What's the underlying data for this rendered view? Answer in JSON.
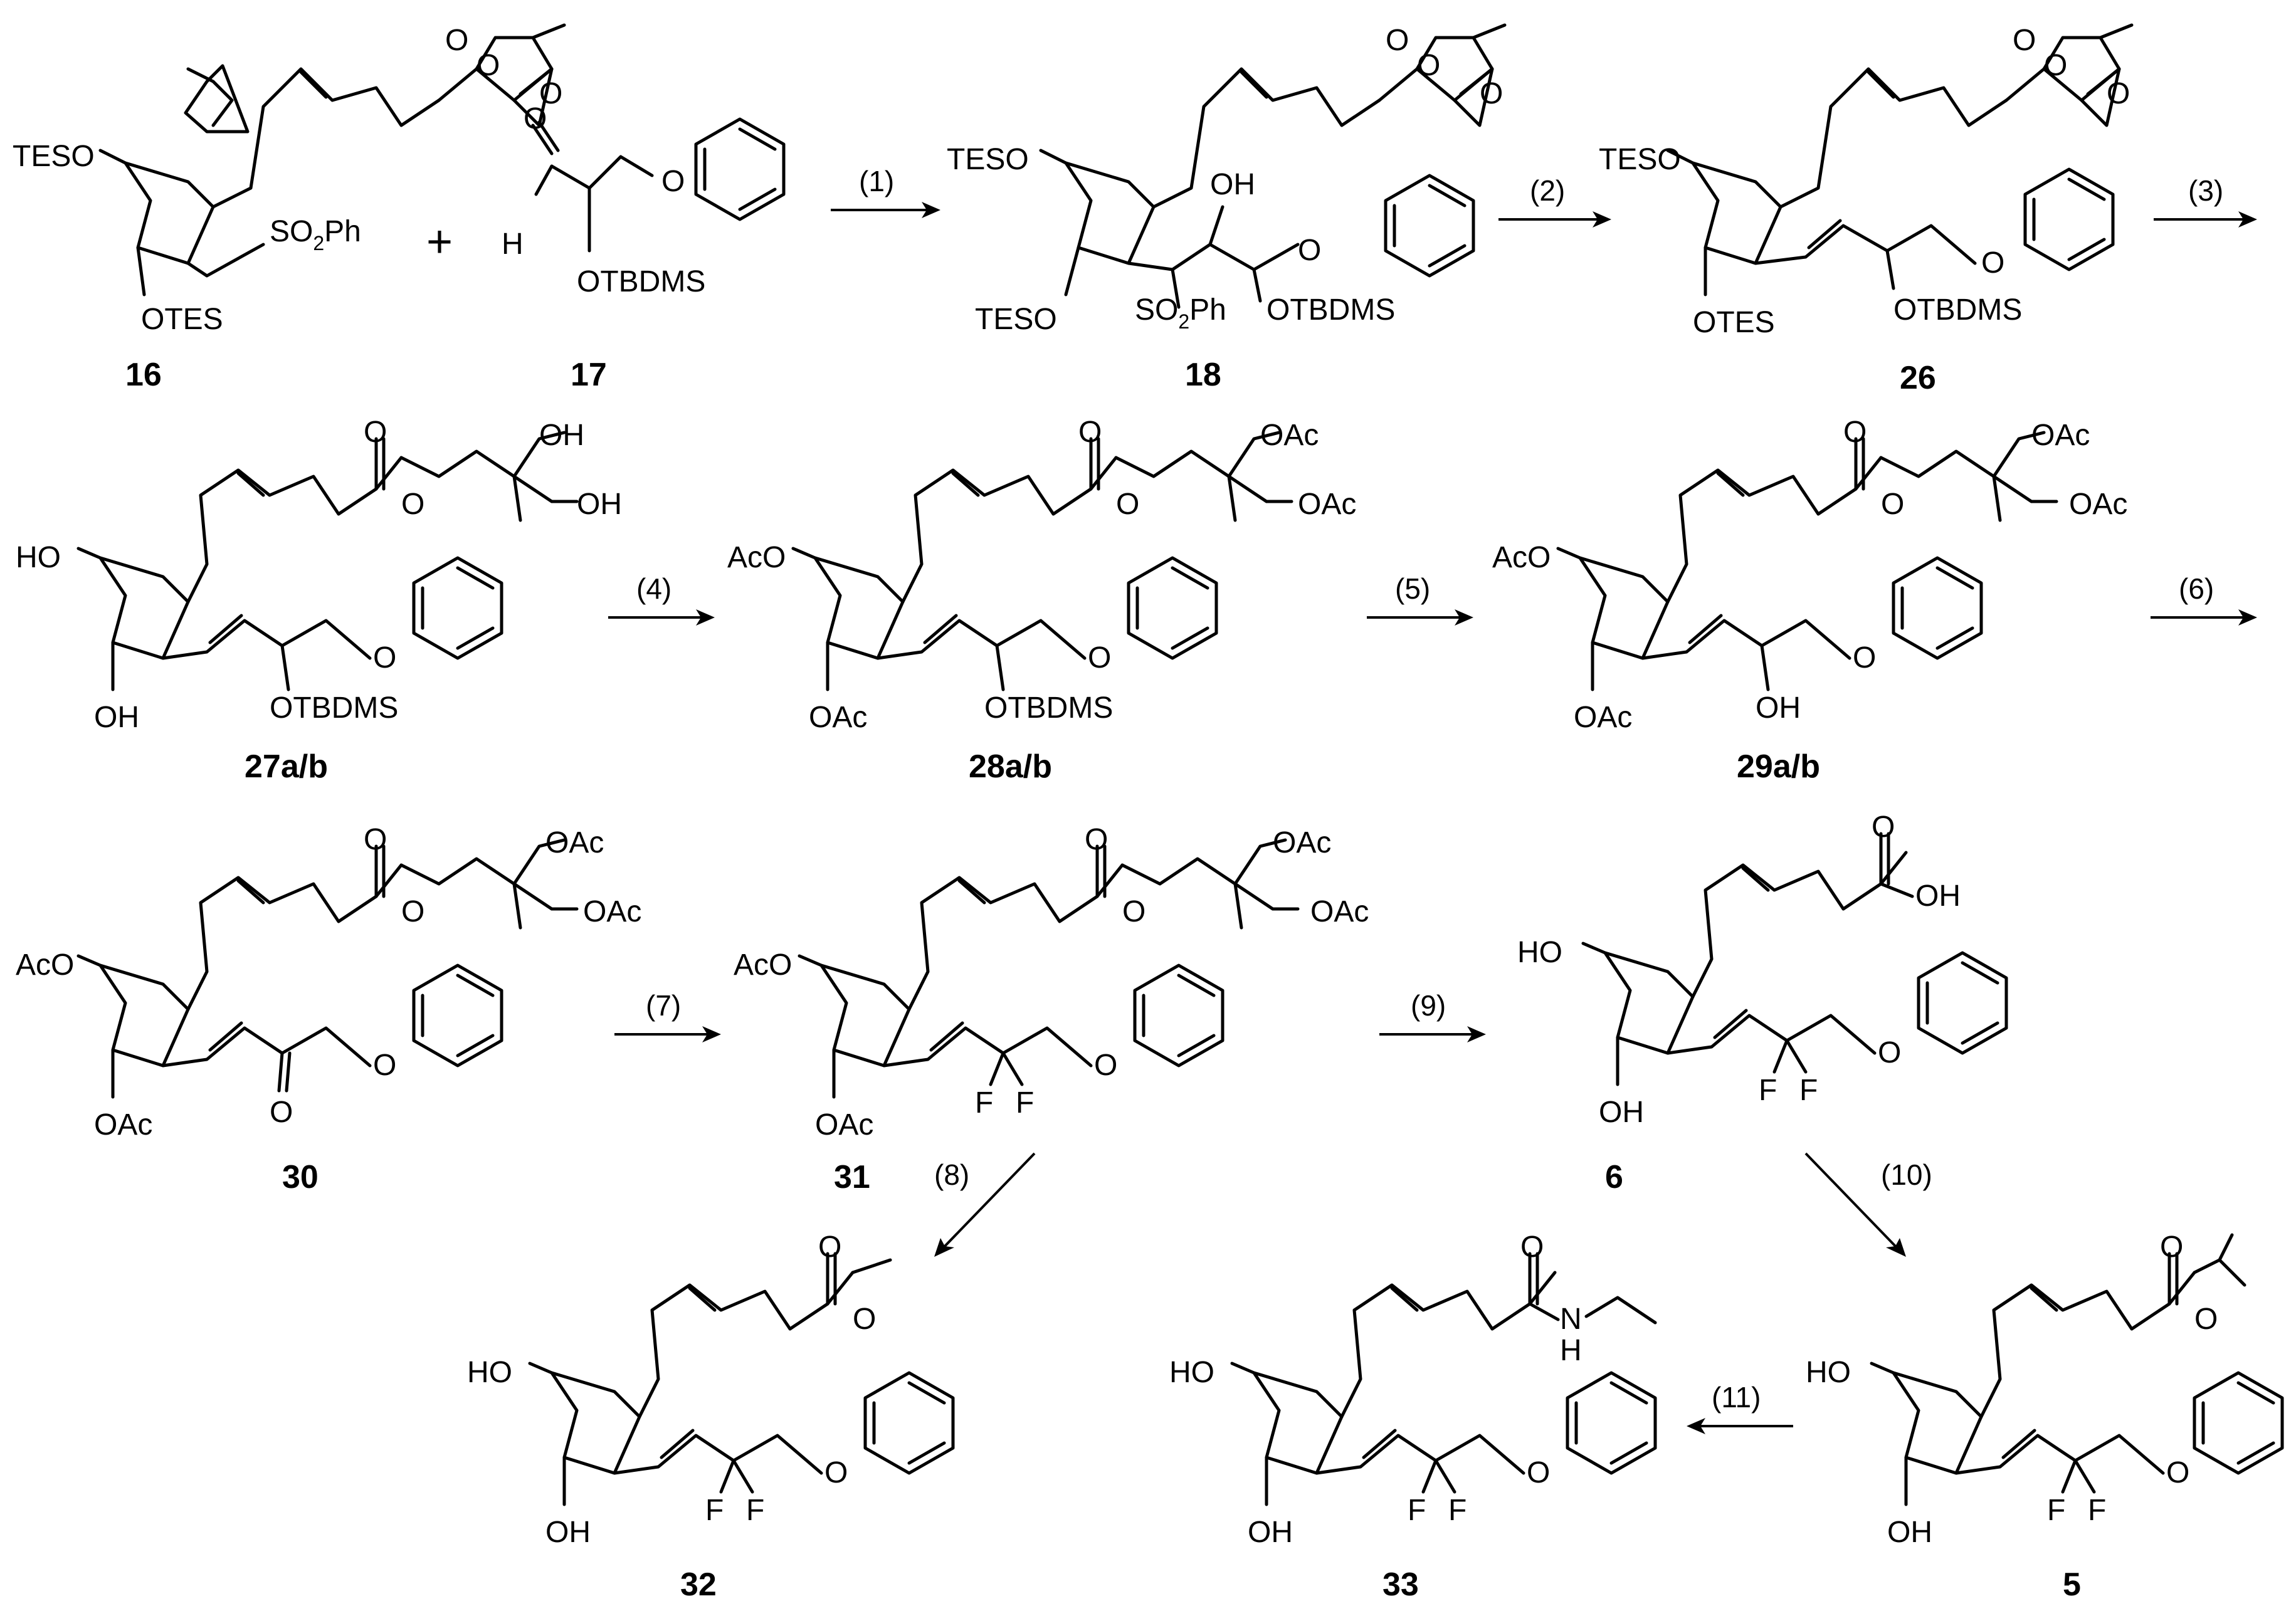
{
  "compounds": {
    "c16": "16",
    "c17": "17",
    "c18": "18",
    "c26": "26",
    "c27": "27a/b",
    "c28": "28a/b",
    "c29": "29a/b",
    "c30": "30",
    "c31": "31",
    "c6": "6",
    "c32": "32",
    "c33": "33",
    "c5": "5"
  },
  "steps": [
    "(1)",
    "(2)",
    "(3)",
    "(4)",
    "(5)",
    "(6)",
    "(7)",
    "(8)",
    "(9)",
    "(10)",
    "(11)"
  ],
  "operators": {
    "plus": "+"
  },
  "atoms": {
    "O": "O",
    "OH": "OH",
    "HO": "HO",
    "H": "H",
    "N": "N",
    "F": "F",
    "TESO": "TESO",
    "OTES": "OTES",
    "OTBDMS": "OTBDMS",
    "AcO": "AcO",
    "OAc": "OAc",
    "SO": "SO",
    "two": "2",
    "Ph": "Ph"
  }
}
